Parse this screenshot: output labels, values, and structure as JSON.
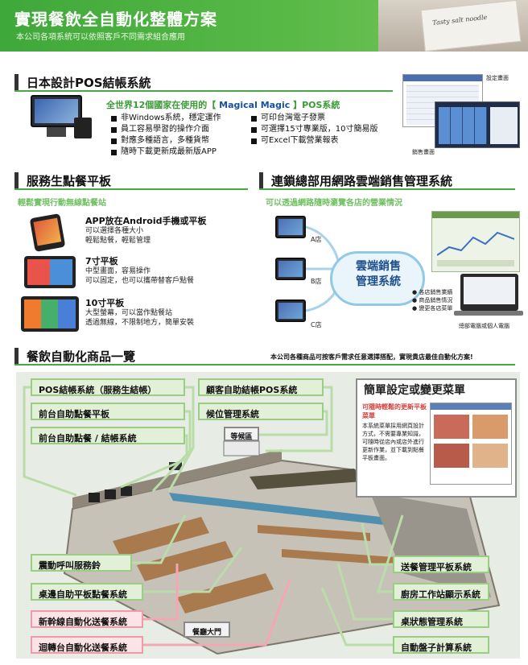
{
  "header": {
    "title": "實現餐飲全自動化整體方案",
    "subtitle": "本公司各項系統可以依照客戶不同需求組合應用",
    "photo_text": "Tasty salt noodle"
  },
  "pos_section": {
    "title": "日本設計POS結帳系統",
    "headline_pre": "全世界12個國家在使用的【",
    "headline_brand": " Magical Magic ",
    "headline_post": "】POS系統",
    "features_left": [
      "非Windows系統，穩定運作",
      "員工容易學習的操作介面",
      "對應多種語言，多種貨幣",
      "隨時下載更新成最新版APP"
    ],
    "features_right": [
      "可印台灣電子發票",
      "可選擇15寸專業版，10寸簡易版",
      "可Excel下載營業報表"
    ],
    "caption_settings": "設定畫面",
    "caption_sales": "銷售畫面"
  },
  "tablet_section": {
    "title": "服務生點餐平板",
    "subtitle": "輕鬆實現行動無線點餐站",
    "items": [
      {
        "heading": "APP放在Android手機或平板",
        "lines": [
          "可以選擇各種大小",
          "輕鬆點餐，輕鬆管理"
        ]
      },
      {
        "heading": "7寸平板",
        "lines": [
          "中型畫面，容易操作",
          "可以固定，也可以攜帶替客戶點餐"
        ]
      },
      {
        "heading": "10寸平板",
        "lines": [
          "大型螢幕，可以當作點餐站",
          "透過無線，不限制地方，簡單安裝"
        ]
      }
    ]
  },
  "cloud_section": {
    "title": "連鎖總部用網路雲端銷售管理系統",
    "subtitle": "可以透過網路隨時瀏覽各店的營業情況",
    "shops": [
      "A店",
      "B店",
      "C店"
    ],
    "cloud_line1": "雲端銷售",
    "cloud_line2": "管理系統",
    "bullets": [
      "各店銷售業績",
      "商品銷售情況",
      "變更各店菜單"
    ],
    "pc_caption": "總部電腦或個人電腦"
  },
  "products_section": {
    "title": "餐飲自動化商品一覽",
    "note": "本公司各種商品可按客戶需求任意選擇搭配，實現貴店最佳自動化方案!",
    "labels_top_left": [
      "POS結帳系統（服務生結帳）",
      "前台自助點餐平板",
      "前台自助點餐 / 結帳系統"
    ],
    "labels_top_mid": [
      "顧客自助結帳POS系統",
      "候位管理系統"
    ],
    "waiting_area": "等候區",
    "labels_bottom_left": [
      "震動呼叫服務鈴",
      "桌邊自助平板點餐系統",
      "新幹線自動化送餐系統",
      "迴轉台自動化送餐系統"
    ],
    "entrance": "餐廳大門",
    "labels_right": [
      "送餐管理平板系統",
      "廚房工作站顯示系統",
      "桌狀態管理系統",
      "自動盤子計算系統"
    ],
    "menu_box": {
      "title": "簡單設定或變更菜單",
      "red_text": "可隨時輕鬆的更新平板菜單",
      "body": "本系統菜單採用網頁設計方式，不需要專業知識，可隨時從店內或店外進行更新作業，並下載到點餐平板畫面。"
    }
  }
}
